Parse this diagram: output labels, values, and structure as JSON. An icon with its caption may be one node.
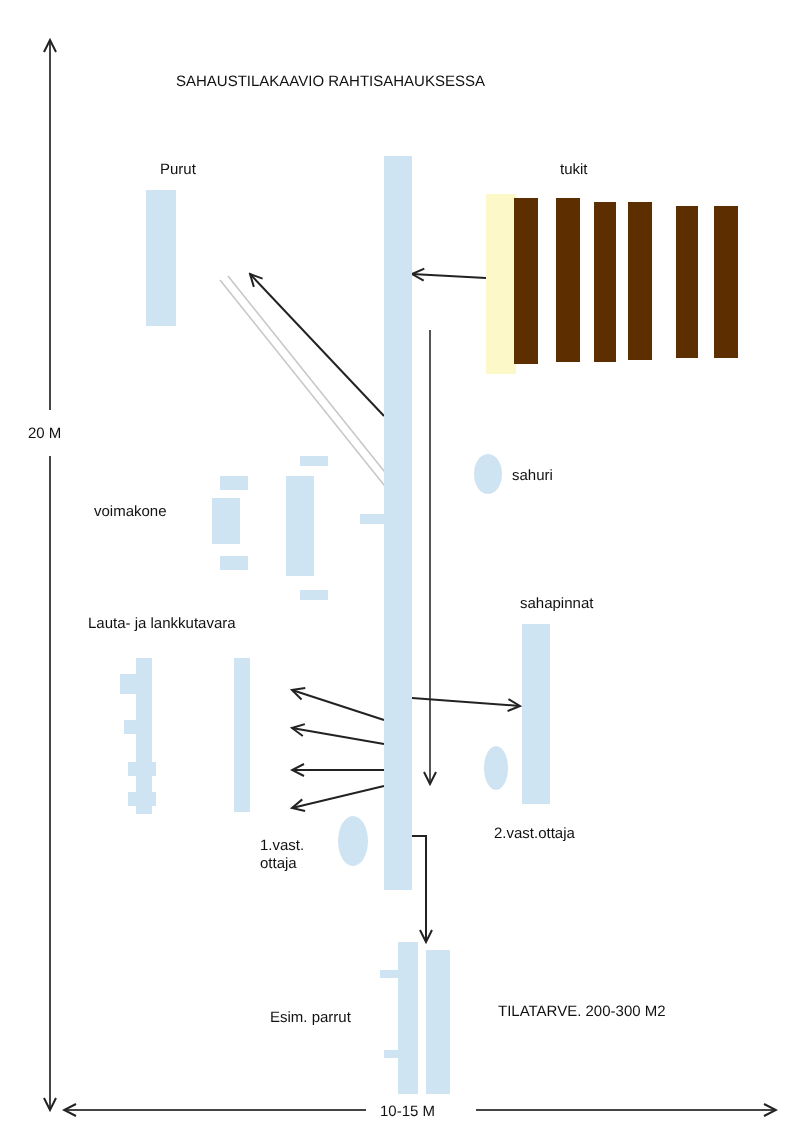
{
  "diagram": {
    "title": "SAHAUSTILAKAAVIO RAHTISAHAUKSESSA",
    "nodes": [
      {
        "text": [
          "Purut"
        ]
      },
      {
        "text": [],
        "shape": "bar"
      },
      {
        "text": [
          "tukit"
        ]
      },
      {
        "text": [
          "sahuri"
        ]
      },
      {
        "text": [
          "voimakone"
        ]
      },
      {
        "text": [
          "Lauta- ja lankkutavara"
        ]
      },
      {
        "text": [
          "sahapinnat"
        ]
      },
      {
        "text": [
          "1.vast. ottaja"
        ]
      },
      {
        "text": [
          "2.vast.ottaja"
        ]
      },
      {
        "text": [
          "Esim. parrut"
        ]
      }
    ],
    "edges": [
      {
        "from": 2,
        "to": 1,
        "arrow": "to"
      },
      {
        "from": 1,
        "to": null,
        "arrow": "to"
      },
      {
        "from": 1,
        "to": 5,
        "arrow": "to"
      },
      {
        "from": 1,
        "to": 5,
        "arrow": "to"
      },
      {
        "from": 1,
        "to": 5,
        "arrow": "to"
      },
      {
        "from": 1,
        "to": 5,
        "arrow": "to"
      },
      {
        "from": 1,
        "to": 6,
        "arrow": "to"
      },
      {
        "from": 1,
        "to": 9,
        "arrow": "to"
      }
    ],
    "labels": [
      "20 M",
      "TILATARVE. 200-300 M2",
      "10-15 M"
    ]
  }
}
